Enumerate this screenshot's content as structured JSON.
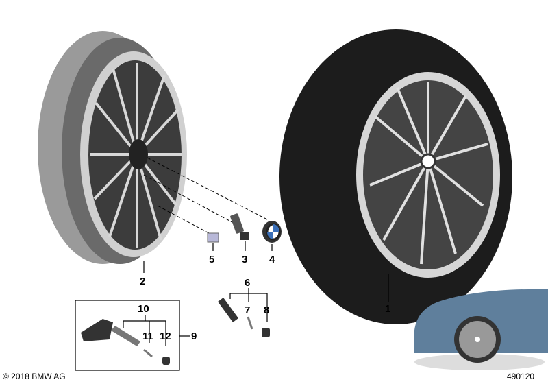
{
  "callouts": {
    "c1": "1",
    "c2": "2",
    "c3": "3",
    "c4": "4",
    "c5": "5",
    "c6": "6",
    "c7": "7",
    "c8": "8",
    "c9": "9",
    "c10": "10",
    "c11": "11",
    "c12": "12"
  },
  "footer": {
    "copyright": "© 2018 BMW AG",
    "diagram_number": "490120"
  },
  "colors": {
    "tire": "#1a1a1a",
    "rim_dark": "#4a4a4a",
    "rim_light": "#cfcfcf",
    "car_body": "#5f7f9c"
  }
}
